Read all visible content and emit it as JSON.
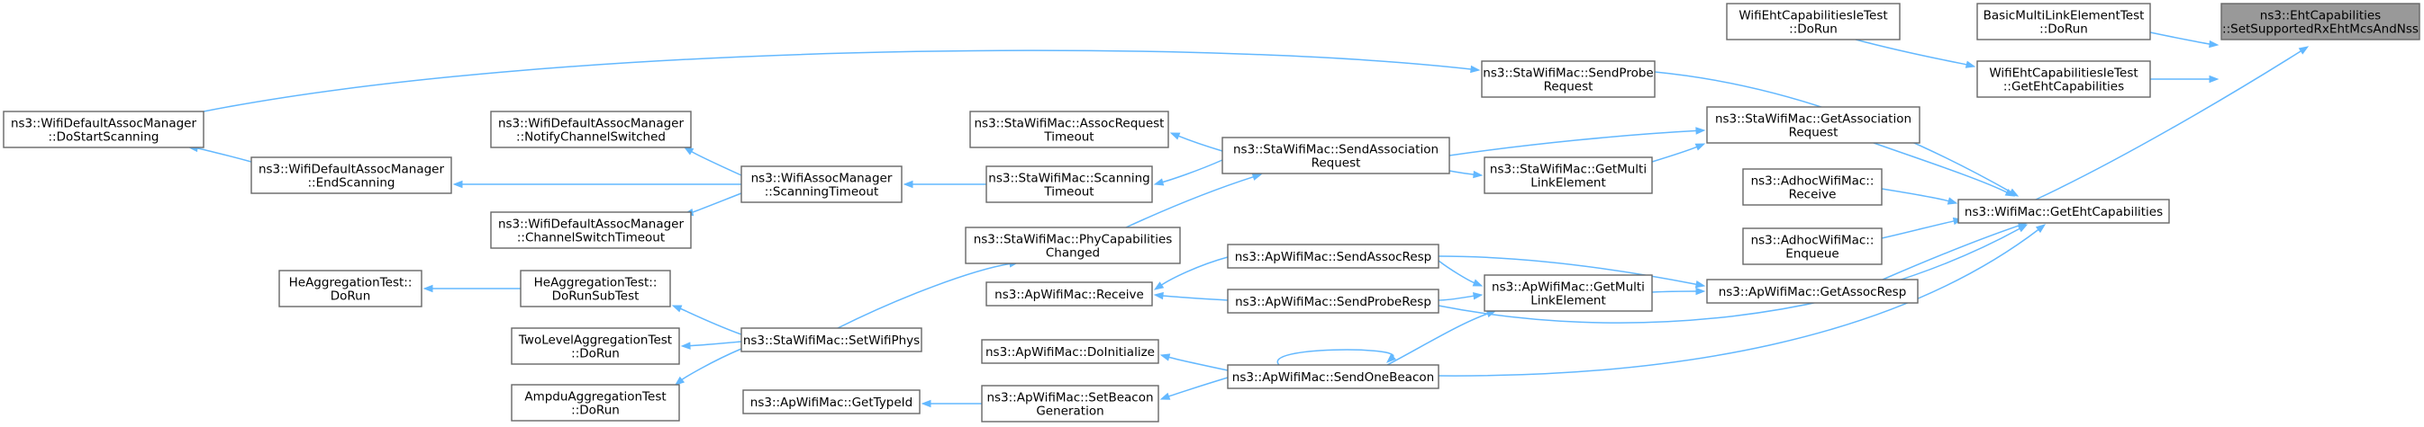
{
  "graph": {
    "title": "",
    "edge_color": "#63b8ff",
    "root_fill": "#999999",
    "node_border": "#666666",
    "nodes": [
      {
        "id": "root",
        "lines": [
          "ns3::EhtCapabilities",
          "::SetSupportedRxEhtMcsAndNss"
        ],
        "root": true
      },
      {
        "id": "BasicMultiLink",
        "lines": [
          "BasicMultiLinkElementTest",
          "::DoRun"
        ]
      },
      {
        "id": "WifiEhtCapIeDoRun",
        "lines": [
          "WifiEhtCapabilitiesIeTest",
          "::DoRun"
        ]
      },
      {
        "id": "WifiEhtCapIeGet",
        "lines": [
          "WifiEhtCapabilitiesIeTest",
          "::GetEhtCapabilities"
        ]
      },
      {
        "id": "WifiMacGetEht",
        "lines": [
          "ns3::WifiMac::GetEhtCapabilities"
        ]
      },
      {
        "id": "StaSendProbe",
        "lines": [
          "ns3::StaWifiMac::SendProbe",
          "Request"
        ]
      },
      {
        "id": "StaGetAssocReq",
        "lines": [
          "ns3::StaWifiMac::GetAssociation",
          "Request"
        ]
      },
      {
        "id": "AdhocReceive",
        "lines": [
          "ns3::AdhocWifiMac::",
          "Receive"
        ]
      },
      {
        "id": "AdhocEnqueue",
        "lines": [
          "ns3::AdhocWifiMac::",
          "Enqueue"
        ]
      },
      {
        "id": "ApGetAssocResp",
        "lines": [
          "ns3::ApWifiMac::GetAssocResp"
        ]
      },
      {
        "id": "DefDoStartScanning",
        "lines": [
          "ns3::WifiDefaultAssocManager",
          "::DoStartScanning"
        ]
      },
      {
        "id": "StaSendAssocReq",
        "lines": [
          "ns3::StaWifiMac::SendAssociation",
          "Request"
        ]
      },
      {
        "id": "StaGetMultiLink",
        "lines": [
          "ns3::StaWifiMac::GetMulti",
          "LinkElement"
        ]
      },
      {
        "id": "StaAssocTimeout",
        "lines": [
          "ns3::StaWifiMac::AssocRequest",
          "Timeout"
        ]
      },
      {
        "id": "StaScanTimeout",
        "lines": [
          "ns3::StaWifiMac::Scanning",
          "Timeout"
        ]
      },
      {
        "id": "AssocMgrScanTimeout",
        "lines": [
          "ns3::WifiAssocManager",
          "::ScanningTimeout"
        ]
      },
      {
        "id": "StaPhyCapChanged",
        "lines": [
          "ns3::StaWifiMac::PhyCapabilities",
          "Changed"
        ]
      },
      {
        "id": "DefNotifyChannel",
        "lines": [
          "ns3::WifiDefaultAssocManager",
          "::NotifyChannelSwitched"
        ]
      },
      {
        "id": "DefEndScanning",
        "lines": [
          "ns3::WifiDefaultAssocManager",
          "::EndScanning"
        ]
      },
      {
        "id": "DefChanSwitchTimeout",
        "lines": [
          "ns3::WifiDefaultAssocManager",
          "::ChannelSwitchTimeout"
        ]
      },
      {
        "id": "ApSendAssocResp",
        "lines": [
          "ns3::ApWifiMac::SendAssocResp"
        ]
      },
      {
        "id": "ApReceive",
        "lines": [
          "ns3::ApWifiMac::Receive"
        ]
      },
      {
        "id": "ApSendProbeResp",
        "lines": [
          "ns3::ApWifiMac::SendProbeResp"
        ]
      },
      {
        "id": "ApGetMultiLink",
        "lines": [
          "ns3::ApWifiMac::GetMulti",
          "LinkElement"
        ]
      },
      {
        "id": "HeAggDoRun",
        "lines": [
          "HeAggregationTest::",
          "DoRun"
        ]
      },
      {
        "id": "HeAggSubTest",
        "lines": [
          "HeAggregationTest::",
          "DoRunSubTest"
        ]
      },
      {
        "id": "StaSetWifiPhys",
        "lines": [
          "ns3::StaWifiMac::SetWifiPhys"
        ]
      },
      {
        "id": "TwoLevelAgg",
        "lines": [
          "TwoLevelAggregationTest",
          "::DoRun"
        ]
      },
      {
        "id": "AmpduAgg",
        "lines": [
          "AmpduAggregationTest",
          "::DoRun"
        ]
      },
      {
        "id": "ApDoInitialize",
        "lines": [
          "ns3::ApWifiMac::DoInitialize"
        ]
      },
      {
        "id": "ApSendOneBeacon",
        "lines": [
          "ns3::ApWifiMac::SendOneBeacon"
        ]
      },
      {
        "id": "ApGetTypeId",
        "lines": [
          "ns3::ApWifiMac::GetTypeId"
        ]
      },
      {
        "id": "ApSetBeaconGen",
        "lines": [
          "ns3::ApWifiMac::SetBeacon",
          "Generation"
        ]
      }
    ]
  }
}
